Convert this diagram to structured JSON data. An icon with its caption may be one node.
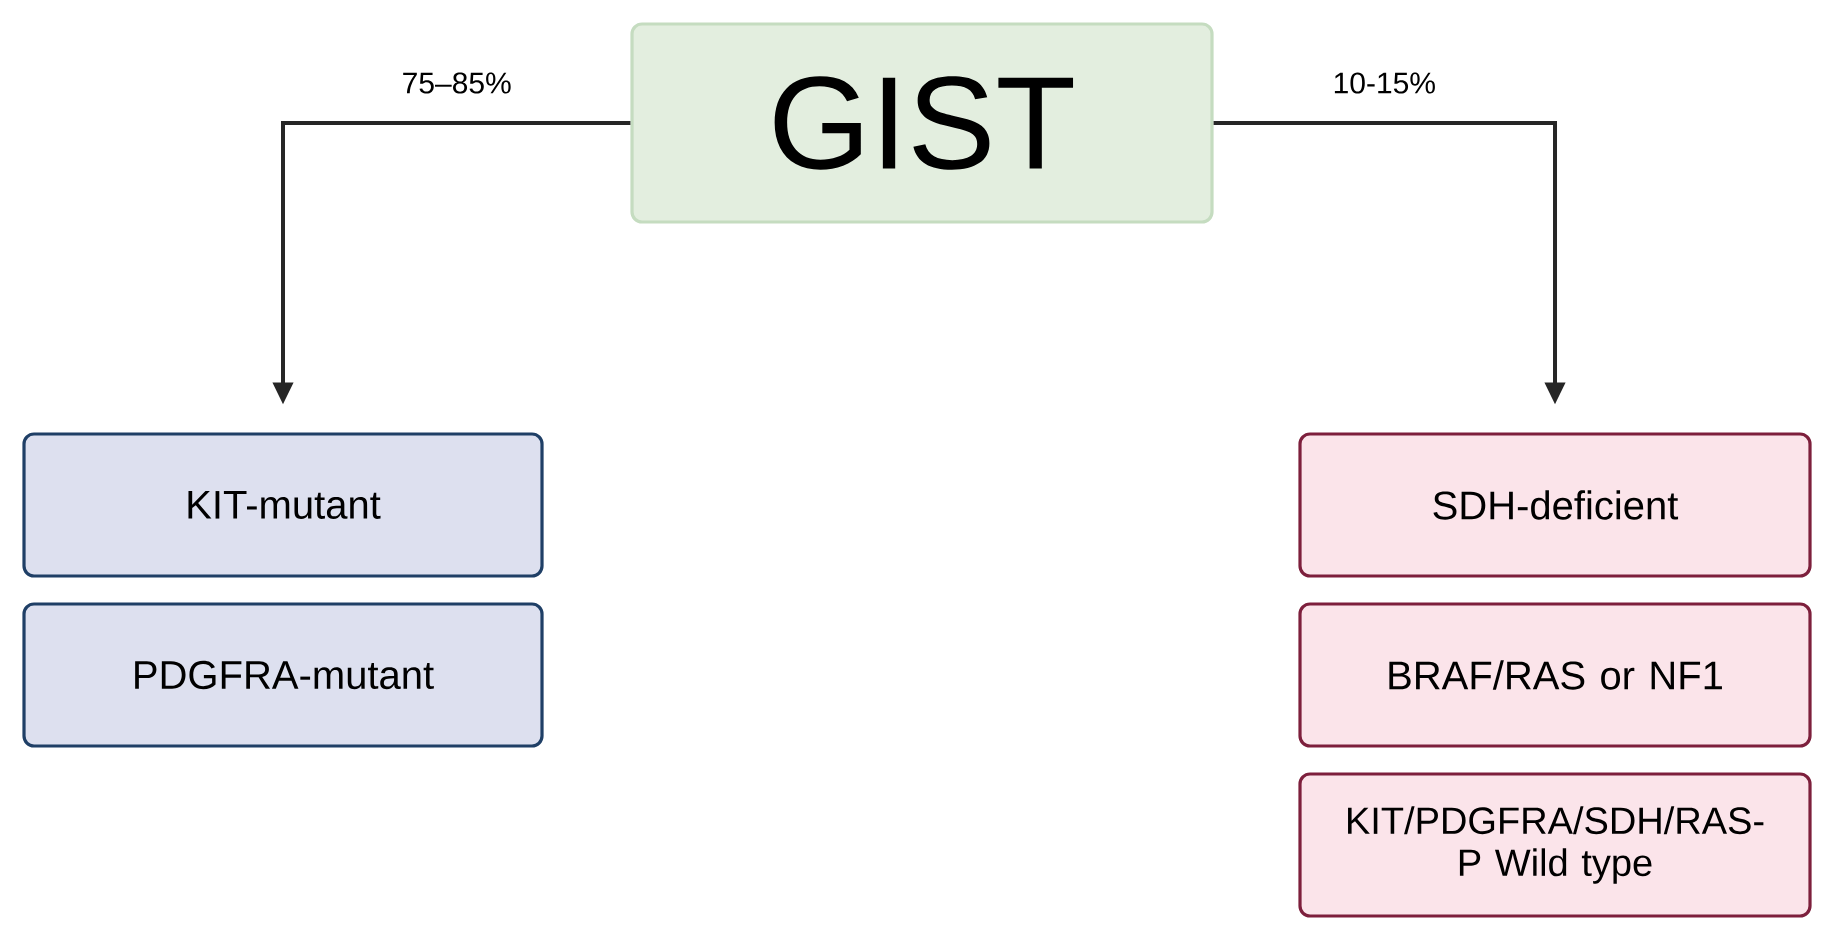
{
  "diagram": {
    "nodes": [
      {
        "text": [
          "GIST"
        ]
      },
      {
        "text": [
          "KIT-mutant"
        ]
      },
      {
        "text": [
          "PDGFRA-mutant"
        ]
      },
      {
        "text": [
          "SDH-deficient"
        ]
      },
      {
        "text": [
          "BRAF/RAS or NF1"
        ]
      },
      {
        "text": [
          "KIT/PDGFRA/SDH/RAS-P Wild type"
        ]
      }
    ],
    "edges": [
      {
        "from": 0,
        "to": 1,
        "arrow": "to",
        "label": "75–85%"
      },
      {
        "from": 0,
        "to": 3,
        "arrow": "to",
        "label": "10-15%"
      }
    ]
  }
}
